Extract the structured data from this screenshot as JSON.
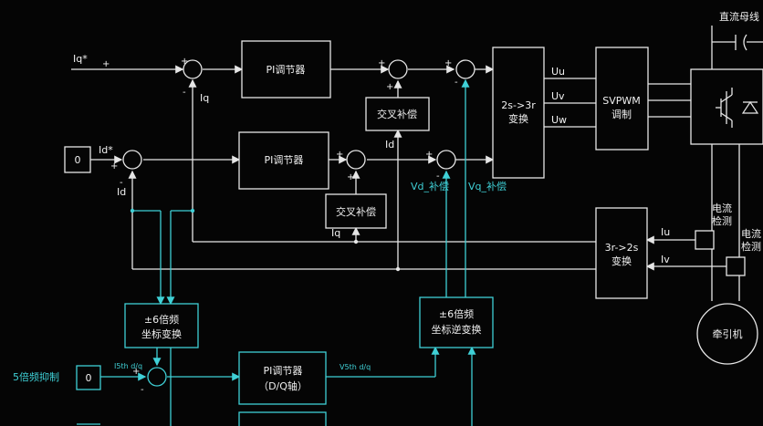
{
  "labels": {
    "iq_ref": "Iq*",
    "id_ref": "Id*",
    "iq_fb": "Iq",
    "id_fb": "Id",
    "zero": "0",
    "pi1": "PI调节器",
    "pi2": "PI调节器",
    "cross1": "交叉补偿",
    "cross2": "交叉补偿",
    "cross1_in": "Id",
    "cross2_in": "Iq",
    "tf_2s3r_l1": "2s->3r",
    "tf_2s3r_l2": "变换",
    "svpwm_l1": "SVPWM",
    "svpwm_l2": "调制",
    "uu": "Uu",
    "uv": "Uv",
    "uw": "Uw",
    "dc_bus": "直流母线",
    "vd_comp": "Vd_补偿",
    "vq_comp": "Vq_补偿",
    "tf_3r2s_l1": "3r->2s",
    "tf_3r2s_l2": "变换",
    "iu": "Iu",
    "iv": "Iv",
    "sensor1_l1": "电流",
    "sensor1_l2": "检测",
    "sensor2_l1": "电流",
    "sensor2_l2": "检测",
    "motor": "牵引机",
    "h6_fwd_l1": "±6倍频",
    "h6_fwd_l2": "坐标变换",
    "h6_inv_l1": "±6倍频",
    "h6_inv_l2": "坐标逆变换",
    "h5_suppress": "5倍频抑制",
    "i5th": "I5th d/q",
    "pi3_l1": "PI调节器",
    "pi3_l2": "（D/Q轴）",
    "v5th": "V5th d/q",
    "plus": "+",
    "minus": "-"
  },
  "colors": {
    "background": "#050505",
    "signal": "#e6e6e6",
    "harmonic": "#3fd0d6"
  }
}
